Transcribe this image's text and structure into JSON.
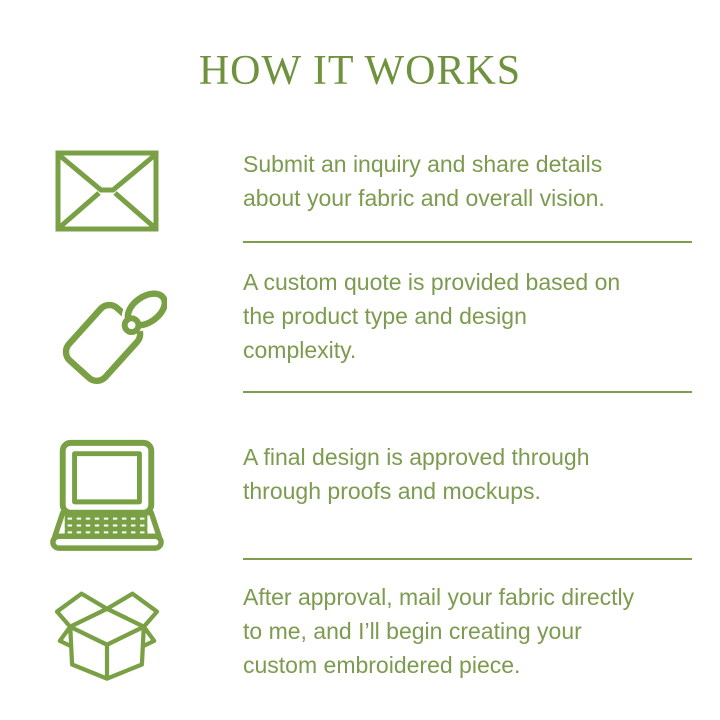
{
  "title": "HOW IT WORKS",
  "colors": {
    "title": "#6f923e",
    "text": "#7c9b4f",
    "icon": "#7aa046",
    "divider": "#7f9e4d",
    "background": "#ffffff"
  },
  "icons": [
    "envelope-icon",
    "price-tag-icon",
    "laptop-icon",
    "open-box-icon"
  ],
  "steps": [
    {
      "icon": "envelope-icon",
      "lines": [
        "Submit an inquiry and share details",
        "about your fabric and overall vision."
      ],
      "divider": true
    },
    {
      "icon": "price-tag-icon",
      "lines": [
        "A custom quote is provided based on",
        "the product type and design",
        "complexity."
      ],
      "divider": true
    },
    {
      "icon": "laptop-icon",
      "lines": [
        "A final design is approved through",
        "through proofs and mockups."
      ],
      "divider": true
    },
    {
      "icon": "open-box-icon",
      "lines": [
        " After approval, mail your fabric directly",
        "to me, and I’ll begin creating your",
        "custom embroidered piece."
      ],
      "divider": false
    }
  ]
}
